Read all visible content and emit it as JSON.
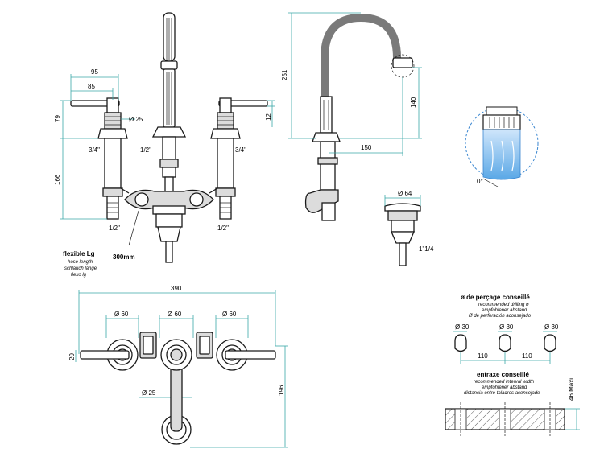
{
  "front_view": {
    "dim_95": "95",
    "dim_85": "85",
    "dim_79": "79",
    "dim_166": "166",
    "dim_12": "12",
    "dim_dia25": "Ø 25",
    "thread_left": "3/4\"",
    "thread_center": "1/2\"",
    "thread_right": "3/4\"",
    "thread_bottom_left": "1/2\"",
    "thread_bottom_right": "1/2\"",
    "hose_len": "300mm"
  },
  "hose_label": {
    "title": "flexible Lg",
    "line_en": "hose length",
    "line_de": "schlauch länge",
    "line_es": "flexo lg"
  },
  "side_view": {
    "dim_251": "251",
    "dim_140": "140",
    "dim_150": "150"
  },
  "waste": {
    "dim_dia64": "Ø 64",
    "thread": "1\"1/4"
  },
  "top_view": {
    "dim_390": "390",
    "dim_dia60_left": "Ø 60",
    "dim_dia60_center": "Ø 60",
    "dim_dia60_right": "Ø 60",
    "dim_20": "20",
    "dim_196": "196",
    "dim_dia25": "Ø 25"
  },
  "drilling": {
    "title": "ø de perçage conseillé",
    "line_en": "recommended drilling ø",
    "line_de": "empfohlener abstand",
    "line_es": "Ø de perforación aconsejado",
    "dia_1": "Ø 30",
    "dia_2": "Ø 30",
    "dia_3": "Ø 30",
    "spacing_1": "110",
    "spacing_2": "110"
  },
  "center_distance": {
    "title": "entraxe conseillé",
    "line_en": "recommended interval width",
    "line_de": "empfohlener abstand",
    "line_es": "distancia entre taladros aconsejado",
    "thickness": "46 Maxi"
  },
  "detail": {
    "angle": "0°"
  },
  "colors": {
    "dimension": "#3aa7a7",
    "outline": "#1a1a1a",
    "detail_blue": "#5aa8e6"
  }
}
